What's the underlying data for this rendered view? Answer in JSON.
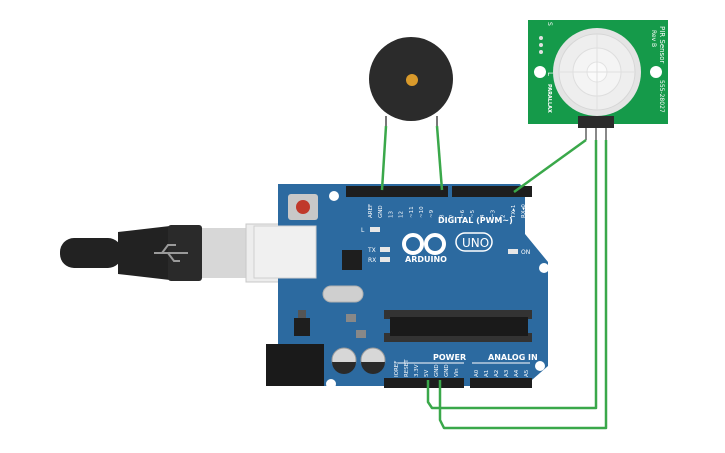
{
  "board": {
    "logo_text": "ARDUINO",
    "model": "UNO",
    "digital_header": "DIGITAL (PWM~)",
    "power_header": "POWER",
    "analog_header": "ANALOG IN",
    "on_label": "ON",
    "tx_label": "TX",
    "rx_label": "RX",
    "l_label": "L",
    "digital_pins": [
      "AREF",
      "GND",
      "13",
      "12",
      "~11",
      "~10",
      "~9",
      "8",
      "7",
      "~6",
      "~5",
      "4",
      "~3",
      "2",
      "TX▸1",
      "RX◂0"
    ],
    "power_pins": [
      "IOREF",
      "RESET",
      "3.3V",
      "5V",
      "GND",
      "GND",
      "Vin"
    ],
    "analog_pins": [
      "A0",
      "A1",
      "A2",
      "A3",
      "A4",
      "A5"
    ]
  },
  "pir_sensor": {
    "title": "PIR Sensor",
    "rev": "Rev B",
    "part_number": "555-28027",
    "brand": "PARALLAX",
    "pin_labels": [
      "S",
      "+",
      "-"
    ],
    "mode_label": "L"
  },
  "colors": {
    "board": "#2c6aa0",
    "wire": "#3aa84a",
    "pir_pcb": "#159a4a",
    "buzzer": "#2b2b2b",
    "usb": "#222222"
  }
}
